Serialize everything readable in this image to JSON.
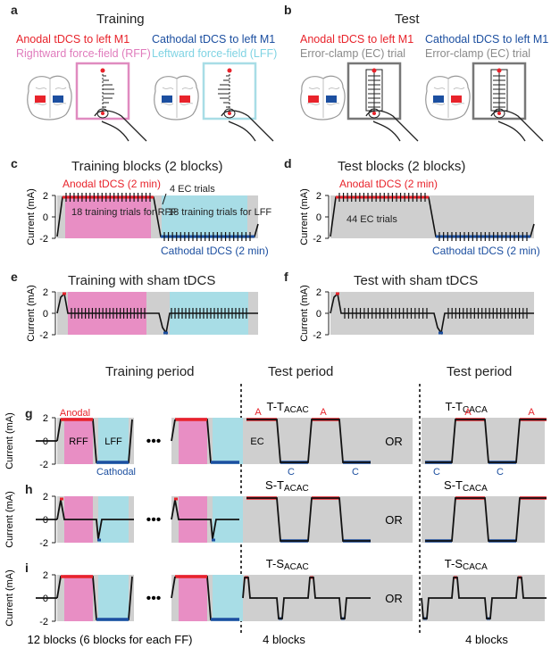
{
  "panels": {
    "a": "a",
    "b": "b",
    "c": "c",
    "d": "d",
    "e": "e",
    "f": "f",
    "g": "g",
    "h": "h",
    "i": "i"
  },
  "training": {
    "title": "Training",
    "anodal": "Anodal tDCS to left M1",
    "cathodal": "Cathodal tDCS to left M1",
    "rff": "Rightward force-field (RFF)",
    "lff": "Leftward force-field (LFF)"
  },
  "test": {
    "title": "Test",
    "anodal": "Anodal tDCS to left M1",
    "cathodal": "Cathodal tDCS to left M1",
    "ec1": "Error-clamp (EC) trial",
    "ec2": "Error-clamp (EC) trial"
  },
  "c": {
    "title": "Training blocks (2 blocks)",
    "anodal": "Anodal tDCS (2 min)",
    "ec": "4 EC trials",
    "rff": "18 training trials for RFF",
    "lff": "18 training trials for LFF",
    "cathodal": "Cathodal tDCS (2 min)",
    "ylabel": "Current (mA)",
    "ticks": [
      "2",
      "0",
      "-2"
    ]
  },
  "d": {
    "title": "Test blocks (2 blocks)",
    "anodal": "Anodal tDCS (2 min)",
    "ec": "44 EC trials",
    "cathodal": "Cathodal tDCS (2 min)",
    "ylabel": "Current (mA)",
    "ticks": [
      "2",
      "0",
      "-2"
    ]
  },
  "e": {
    "title": "Training with sham tDCS",
    "ylabel": "Current (mA)",
    "ticks": [
      "2",
      "0",
      "-2"
    ]
  },
  "f": {
    "title": "Test with sham tDCS",
    "ylabel": "Current (mA)",
    "ticks": [
      "2",
      "0",
      "-2"
    ]
  },
  "lower": {
    "training_period": "Training period",
    "test_period_1": "Test period",
    "test_period_2": "Test period",
    "g": {
      "cond1_main": "T-T",
      "cond1_sub": "ACAC",
      "cond2_main": "T-T",
      "cond2_sub": "CACA",
      "anodal": "Anodal",
      "cathodal": "Cathodal",
      "rff": "RFF",
      "lff": "LFF",
      "ec": "EC",
      "a": "A",
      "c": "C"
    },
    "h": {
      "cond1_main": "S-T",
      "cond1_sub": "ACAC",
      "cond2_main": "S-T",
      "cond2_sub": "CACA"
    },
    "i": {
      "cond1_main": "T-S",
      "cond1_sub": "ACAC",
      "cond2_main": "T-S",
      "cond2_sub": "CACA"
    },
    "or": "OR",
    "dots": "•••",
    "ylabel": "Current (mA)",
    "ticks": [
      "2",
      "0",
      "-2"
    ],
    "footer_left": "12 blocks (6 blocks for each FF)",
    "footer_mid": "4 blocks",
    "footer_right": "4 blocks"
  },
  "colors": {
    "anodal": "#e8232b",
    "cathodal": "#1c4fa0",
    "rff": "#e88ec4",
    "lff": "#a8dde6",
    "grey": "#cfcfcf",
    "trace": "#111111"
  }
}
